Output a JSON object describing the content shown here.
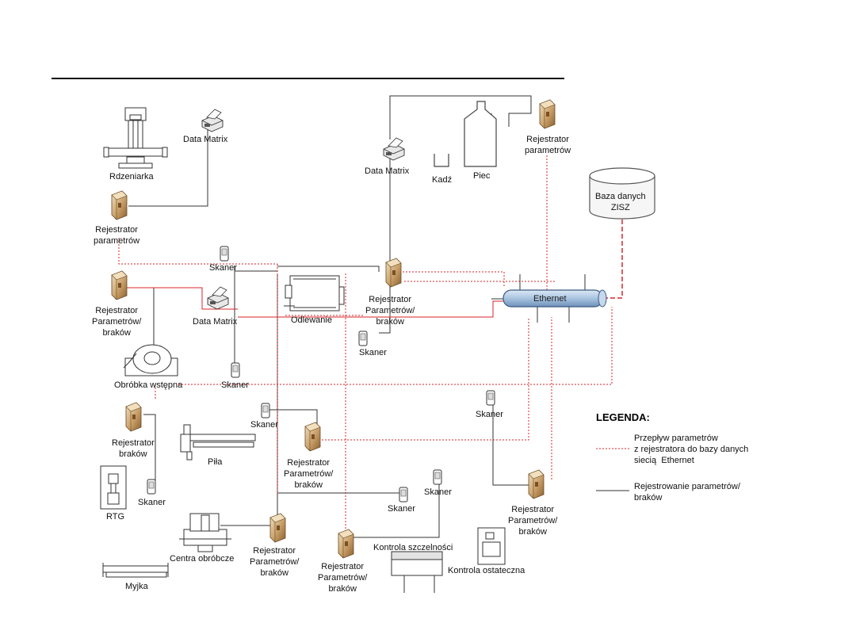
{
  "labels": {
    "rdzeniarka": "Rdzeniarka",
    "data_matrix_1": "Data Matrix",
    "reg_1": "Rejestrator\nparametrów",
    "data_matrix_2": "Data Matrix",
    "kadz": "Kadź",
    "piec": "Piec",
    "reg_piec": "Rejestrator\nparametrów",
    "baza": "Baza danych\nZISZ",
    "skaner_top": "Skaner",
    "reg_2": "Rejestrator\nParametrów/\nbraków",
    "data_matrix_3": "Data Matrix",
    "odlewanie": "Odlewanie",
    "reg_odlew": "Rejestrator\nParametrów/\nbraków",
    "skaner_odlew": "Skaner",
    "ethernet": "Ethernet",
    "obrobka": "Obróbka wstępna",
    "skaner_obrobka": "Skaner",
    "reg_brakow": "Rejestrator\nbraków",
    "skaner_rtg": "Skaner",
    "rtg": "RTG",
    "skaner_pila": "Skaner",
    "pila": "Piła",
    "reg_pila": "Rejestrator\nParametrów/\nbraków",
    "skaner_mid": "Skaner",
    "skaner_kontrola": "Skaner",
    "skaner_right": "Skaner",
    "reg_right": "Rejestrator\nParametrów/\nbraków",
    "centra": "Centra obróbcze",
    "reg_centra": "Rejestrator\nParametrów/\nbraków",
    "kontrola_szczel": "Kontrola szczelności",
    "reg_kontrola": "Rejestrator\nParametrów/\nbraków",
    "kontrola_ost": "Kontrola ostateczna",
    "myjka": "Myjka"
  },
  "legend": {
    "title": "LEGENDA:",
    "red_desc": "Przepływ parametrów\nz rejestratora do bazy danych\nsiecią  Ethernet",
    "black_desc": "Rejestrowanie parametrów/\nbraków"
  },
  "colors": {
    "red": "#d9262a",
    "black": "#222222",
    "register": "#c9a06a",
    "ethernet": "#a9c4e0"
  }
}
